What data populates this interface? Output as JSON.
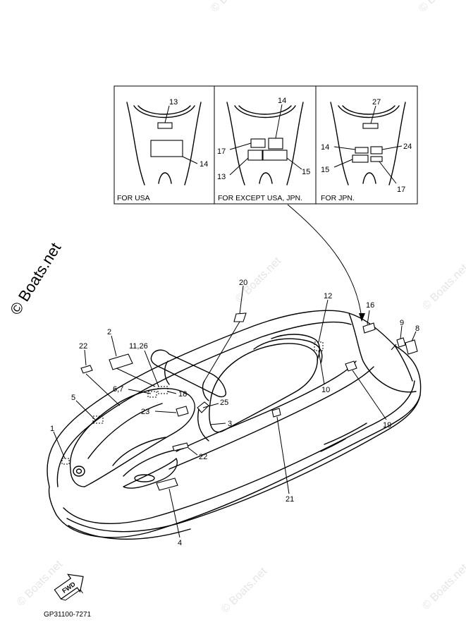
{
  "watermark": {
    "main": "© Boats.net",
    "faint": "© Boats.net"
  },
  "inset_panels": [
    {
      "caption": "FOR USA",
      "labels": [
        "13",
        "14"
      ]
    },
    {
      "caption": "FOR EXCEPT USA, JPN.",
      "labels": [
        "14",
        "17",
        "13",
        "15"
      ]
    },
    {
      "caption": "FOR JPN.",
      "labels": [
        "27",
        "14",
        "24",
        "15",
        "17"
      ]
    }
  ],
  "callouts": [
    {
      "n": "20"
    },
    {
      "n": "12"
    },
    {
      "n": "16"
    },
    {
      "n": "9"
    },
    {
      "n": "8"
    },
    {
      "n": "2"
    },
    {
      "n": "22"
    },
    {
      "n": "11,26"
    },
    {
      "n": "6,7"
    },
    {
      "n": "18"
    },
    {
      "n": "5"
    },
    {
      "n": "23"
    },
    {
      "n": "25"
    },
    {
      "n": "10"
    },
    {
      "n": "3"
    },
    {
      "n": "19"
    },
    {
      "n": "1"
    },
    {
      "n": "22"
    },
    {
      "n": "21"
    },
    {
      "n": "4"
    }
  ],
  "fwd_label": "FWD",
  "part_code": "GP31100-7271"
}
